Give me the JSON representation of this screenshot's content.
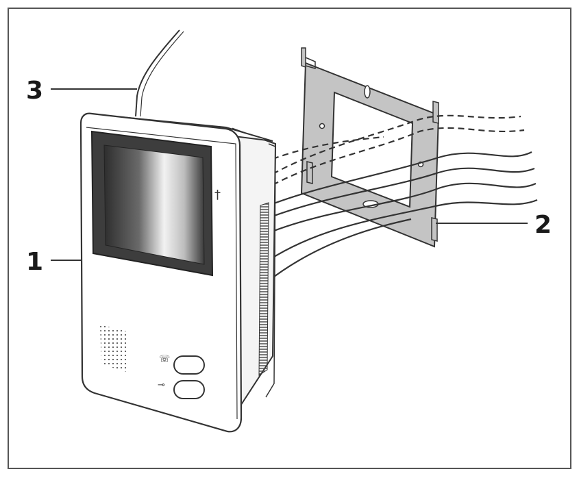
{
  "callouts": [
    {
      "label": "1",
      "part": "monitor"
    },
    {
      "label": "2",
      "part": "wall-bracket"
    },
    {
      "label": "3",
      "part": "cable"
    }
  ],
  "colors": {
    "line": "#333333",
    "bracket_fill": "#c4c4c4",
    "screen_fill": "#3d3d3d",
    "body_fill": "#ffffff",
    "frame": "#555555"
  }
}
